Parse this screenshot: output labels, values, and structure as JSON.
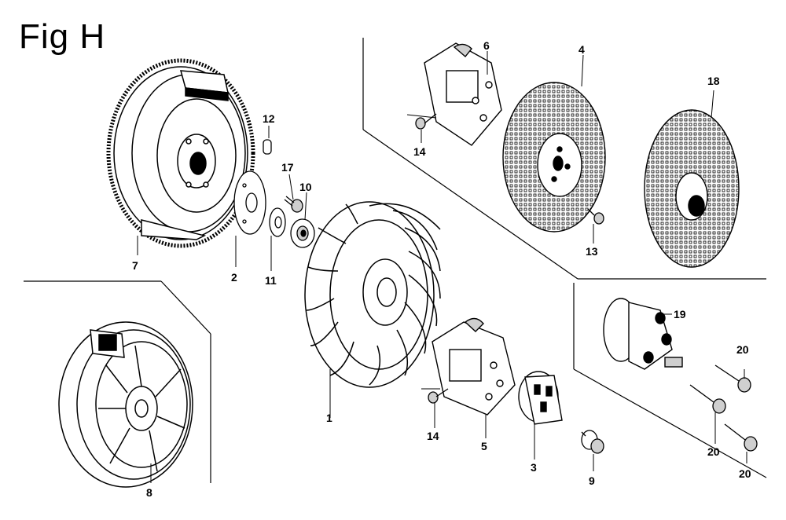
{
  "figure": {
    "title": "Fig H"
  },
  "callouts": {
    "c1": "1",
    "c2": "2",
    "c3": "3",
    "c4": "4",
    "c5": "5",
    "c6": "6",
    "c7": "7",
    "c8": "8",
    "c9": "9",
    "c10": "10",
    "c11": "11",
    "c12": "12",
    "c13": "13",
    "c14a": "14",
    "c14b": "14",
    "c17": "17",
    "c18": "18",
    "c19": "19",
    "c20a": "20",
    "c20b": "20",
    "c20c": "20"
  },
  "colors": {
    "ink": "#000000",
    "paper": "#ffffff",
    "shade": "#cfcfcf"
  }
}
